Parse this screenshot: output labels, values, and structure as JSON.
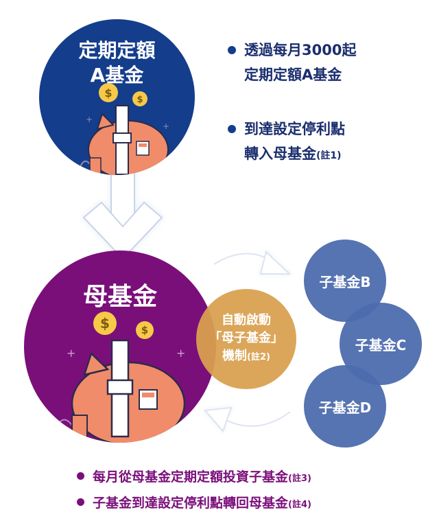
{
  "colors": {
    "navy": "#143d8c",
    "purple": "#7a0f7a",
    "sub_blue": "#4d6cae",
    "gold": "#d9a050",
    "pig": "#f08c6a",
    "coin": "#f7c948",
    "bullet_blue": "#143d8c",
    "bullet_purple": "#7a0f7a"
  },
  "fund_a": {
    "title_line1": "定期定額",
    "title_line2": "A基金",
    "icon": "piggy-bank-icon"
  },
  "mother_fund": {
    "title": "母基金",
    "icon": "piggy-bank-icon"
  },
  "mechanism": {
    "line1": "自動啟動",
    "line2": "「母子基金」",
    "line3": "機制",
    "note": "(註2)"
  },
  "sub_funds": [
    "子基金B",
    "子基金C",
    "子基金D"
  ],
  "right_bullets": [
    {
      "line1": "透過每月3000起",
      "line2": "定期定額A基金",
      "note": ""
    },
    {
      "line1": "到達設定停利點",
      "line2": "轉入母基金",
      "note": "(註1)"
    }
  ],
  "bottom_bullets": [
    {
      "text": "每月從母基金定期定額投資子基金",
      "note": "(註3)"
    },
    {
      "text": "子基金到達設定停利點轉回母基金",
      "note": "(註4)"
    }
  ],
  "coin_symbol": "$"
}
